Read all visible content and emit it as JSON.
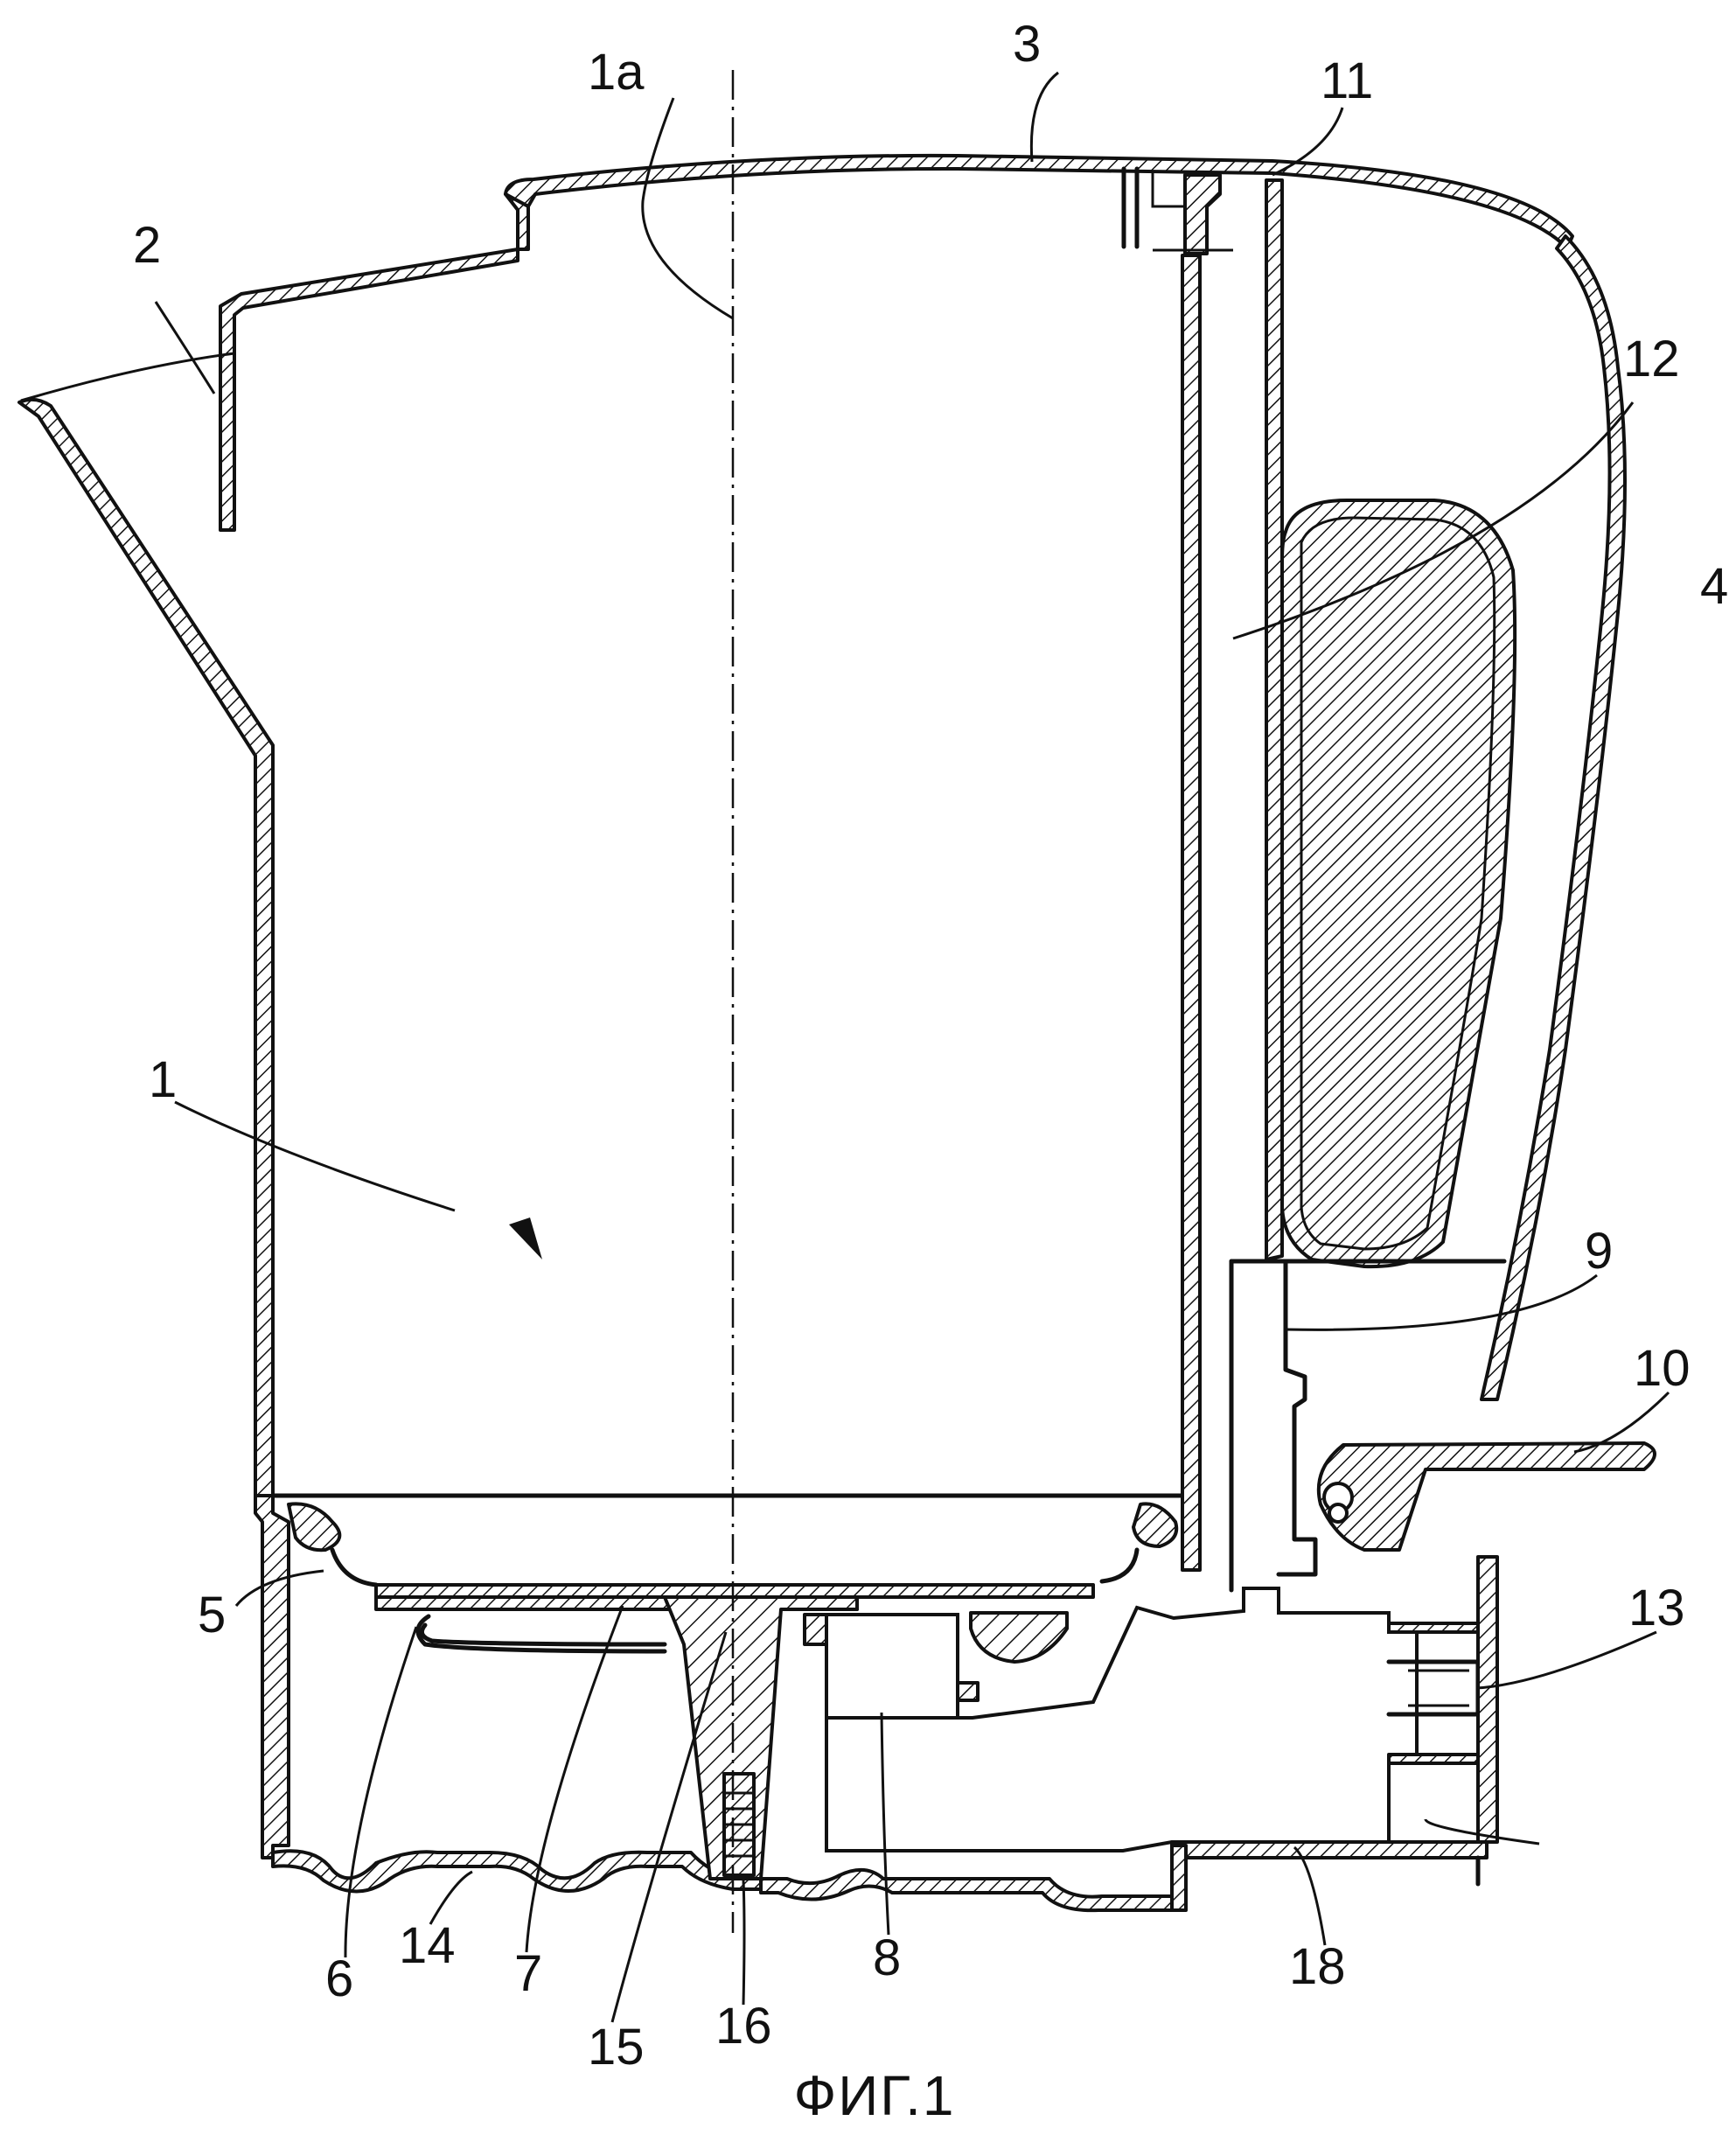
{
  "labels": {
    "l1": "1",
    "l1a": "1a",
    "l2": "2",
    "l3": "3",
    "l4": "4",
    "l5": "5",
    "l6": "6",
    "l7": "7",
    "l8": "8",
    "l9": "9",
    "l10": "10",
    "l11": "11",
    "l12": "12",
    "l13": "13",
    "l14": "14",
    "l15": "15",
    "l16": "16",
    "l18": "18"
  },
  "caption": "ФИГ.1"
}
